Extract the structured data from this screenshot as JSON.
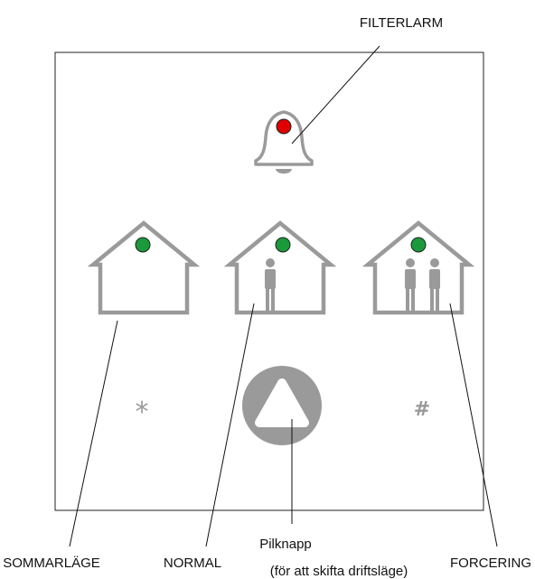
{
  "labels": {
    "filterlarm": "FILTERLARM",
    "sommarlage": "SOMMARLÄGE",
    "normal": "NORMAL",
    "pilknapp": "Pilknapp",
    "pilknapp_desc": "(för att skifta driftsläge)",
    "forcering": "FORCERING"
  },
  "keys": {
    "star": "*",
    "hash": "#"
  },
  "indicators": {
    "alarm_led": "red",
    "sommar_led": "green",
    "normal_led": "green",
    "forcering_led": "green"
  },
  "colors": {
    "alarm_led": "#e00000",
    "mode_led": "#1a9a3a",
    "symbol_gray": "#9a9a9a",
    "panel_border": "#222222",
    "text": "#111111"
  }
}
